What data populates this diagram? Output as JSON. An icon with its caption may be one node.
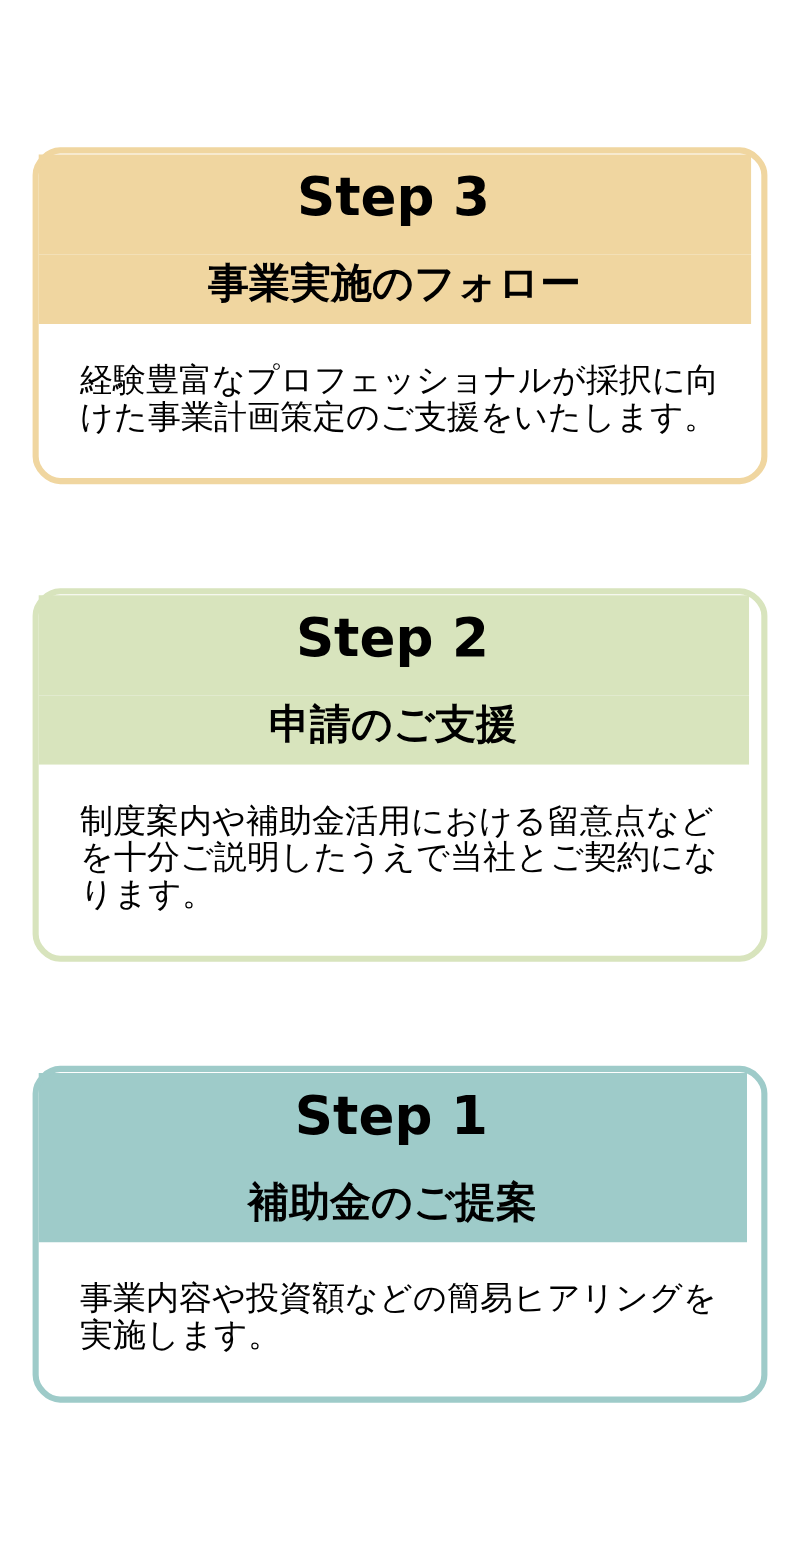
{
  "diagram": {
    "nodes": [
      {
        "text": [
          "Step 1",
          "補助金のご提案",
          "事業内容や投資額などの簡易ヒアリングを実施します。"
        ]
      },
      {
        "text": [
          "Step 2",
          "申請のご支援",
          "制度案内や補助金活用における留意点などを十分ご説明したうえで当社とご契約になります。"
        ]
      },
      {
        "text": [
          "Step 3",
          "事業実施のフォロー",
          "経験豊富なプロフェッショナルが採択に向けた事業計画策定のご支援をいたします。"
        ]
      }
    ]
  }
}
